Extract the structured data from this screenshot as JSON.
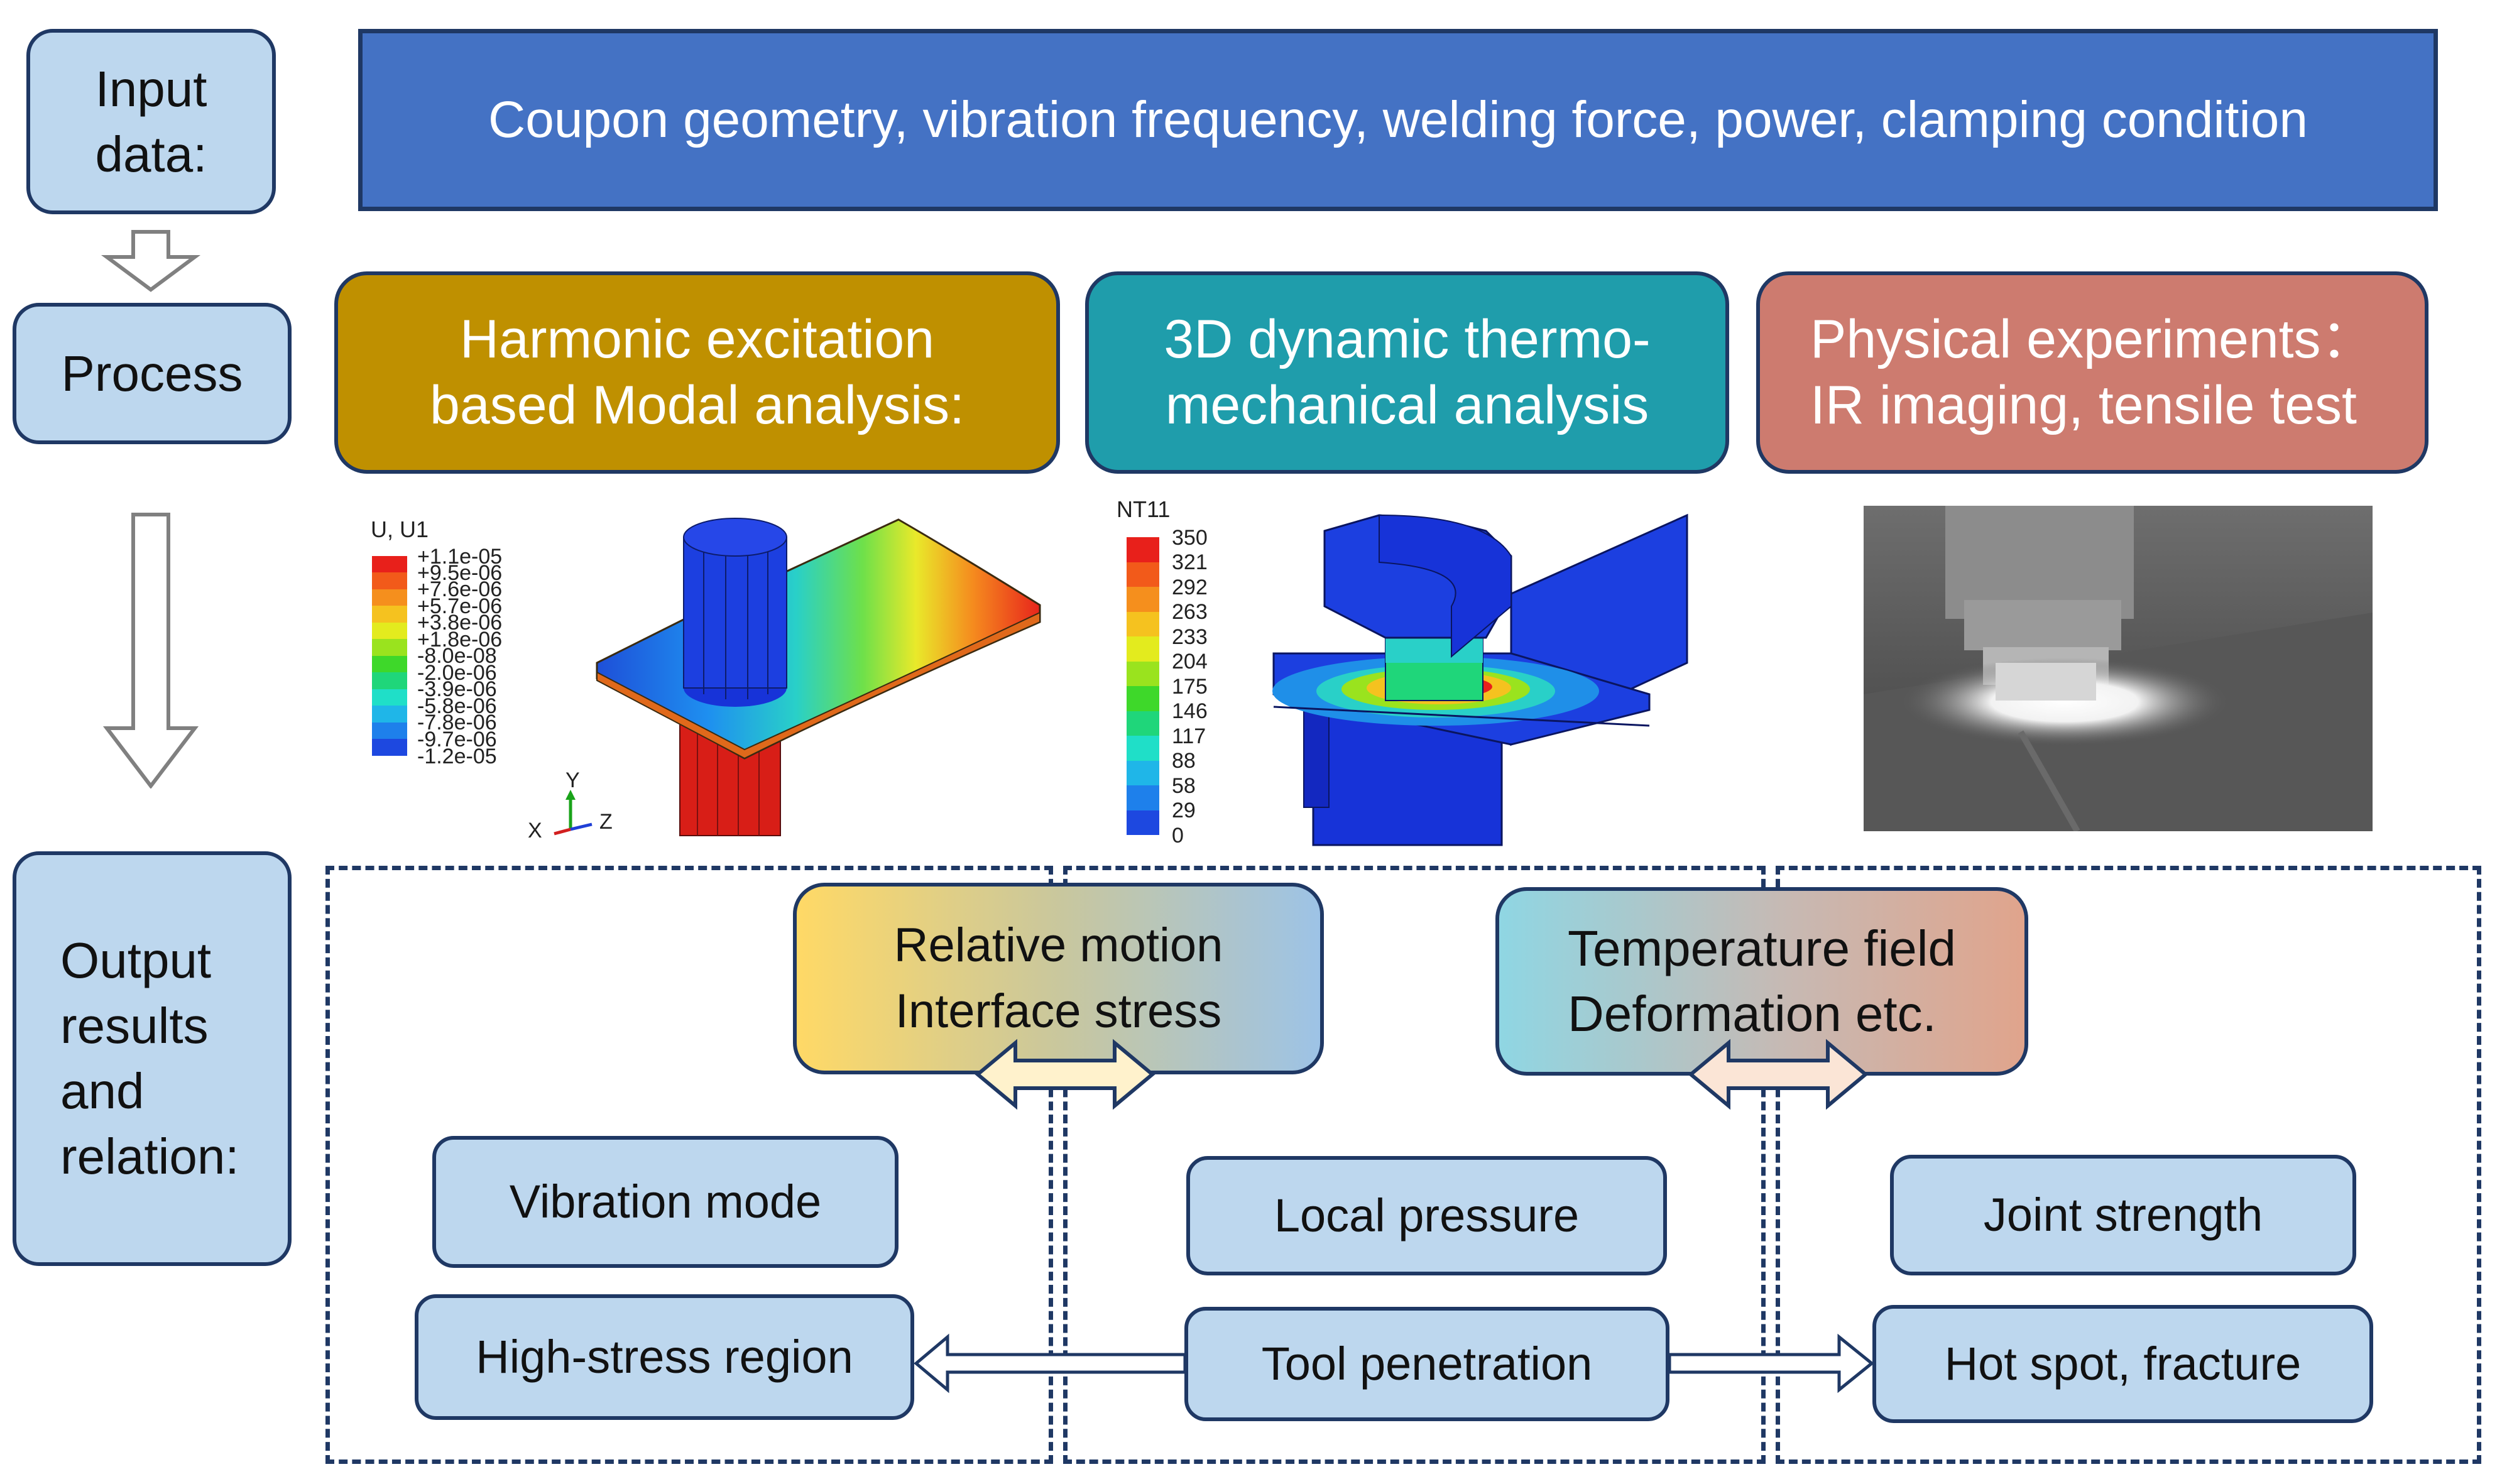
{
  "rows": {
    "input_label": "Input data:",
    "process_label": "Process",
    "output_label": "Output results and relation:"
  },
  "input_banner": "Coupon geometry, vibration frequency, welding force, power, clamping condition",
  "process_boxes": [
    {
      "line1": "Harmonic excitation",
      "line2": "based Modal analysis:",
      "color": "#bf9000"
    },
    {
      "line1": "3D dynamic thermo-",
      "line2": "mechanical analysis",
      "color": "#1f9dab"
    },
    {
      "line1": "Physical experiments：",
      "line2": "IR imaging, tensile test",
      "color": "#cd7b6f"
    }
  ],
  "modal_legend": {
    "title": "U, U1",
    "values": [
      "+1.1e-05",
      "+9.5e-06",
      "+7.6e-06",
      "+5.7e-06",
      "+3.8e-06",
      "+1.8e-06",
      "-8.0e-08",
      "-2.0e-06",
      "-3.9e-06",
      "-5.8e-06",
      "-7.8e-06",
      "-9.7e-06",
      "-1.2e-05"
    ],
    "axes": {
      "y": "Y",
      "x": "X",
      "z": "Z"
    }
  },
  "thermal_legend": {
    "title": "NT11",
    "values": [
      "350",
      "321",
      "292",
      "263",
      "233",
      "204",
      "175",
      "146",
      "117",
      "88",
      "58",
      "29",
      "0"
    ]
  },
  "outputs": {
    "relative_motion": {
      "line1": "Relative motion",
      "line2": "Interface stress"
    },
    "temperature_field": {
      "line1": "Temperature field",
      "line2": "Deformation etc."
    },
    "vibration_mode": "Vibration mode",
    "high_stress_region": "High-stress region",
    "local_pressure": "Local pressure",
    "tool_penetration": "Tool penetration",
    "joint_strength": "Joint strength",
    "hot_spot_fracture": "Hot spot, fracture"
  },
  "colors": {
    "navy_border": "#1f3864",
    "banner_blue": "#4472c4",
    "label_fill": "#bdd7ee"
  }
}
